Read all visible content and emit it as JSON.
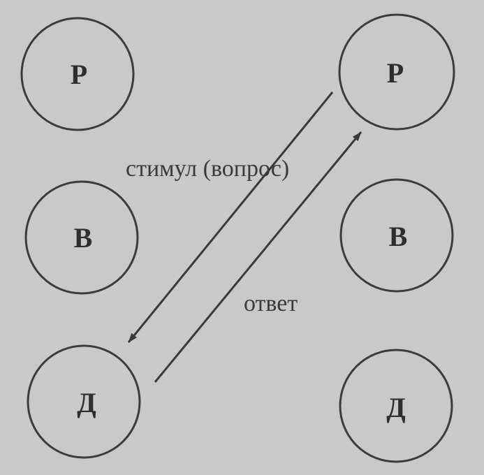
{
  "left_column": {
    "top": "Р",
    "middle": "В",
    "bottom": "Д"
  },
  "right_column": {
    "top": "Р",
    "middle": "В",
    "bottom": "Д"
  },
  "stimulus_label": "стимул (вопрос)",
  "response_label": "ответ",
  "colors": {
    "background": "#c9c9c9",
    "ink": "#3a3a3a"
  }
}
